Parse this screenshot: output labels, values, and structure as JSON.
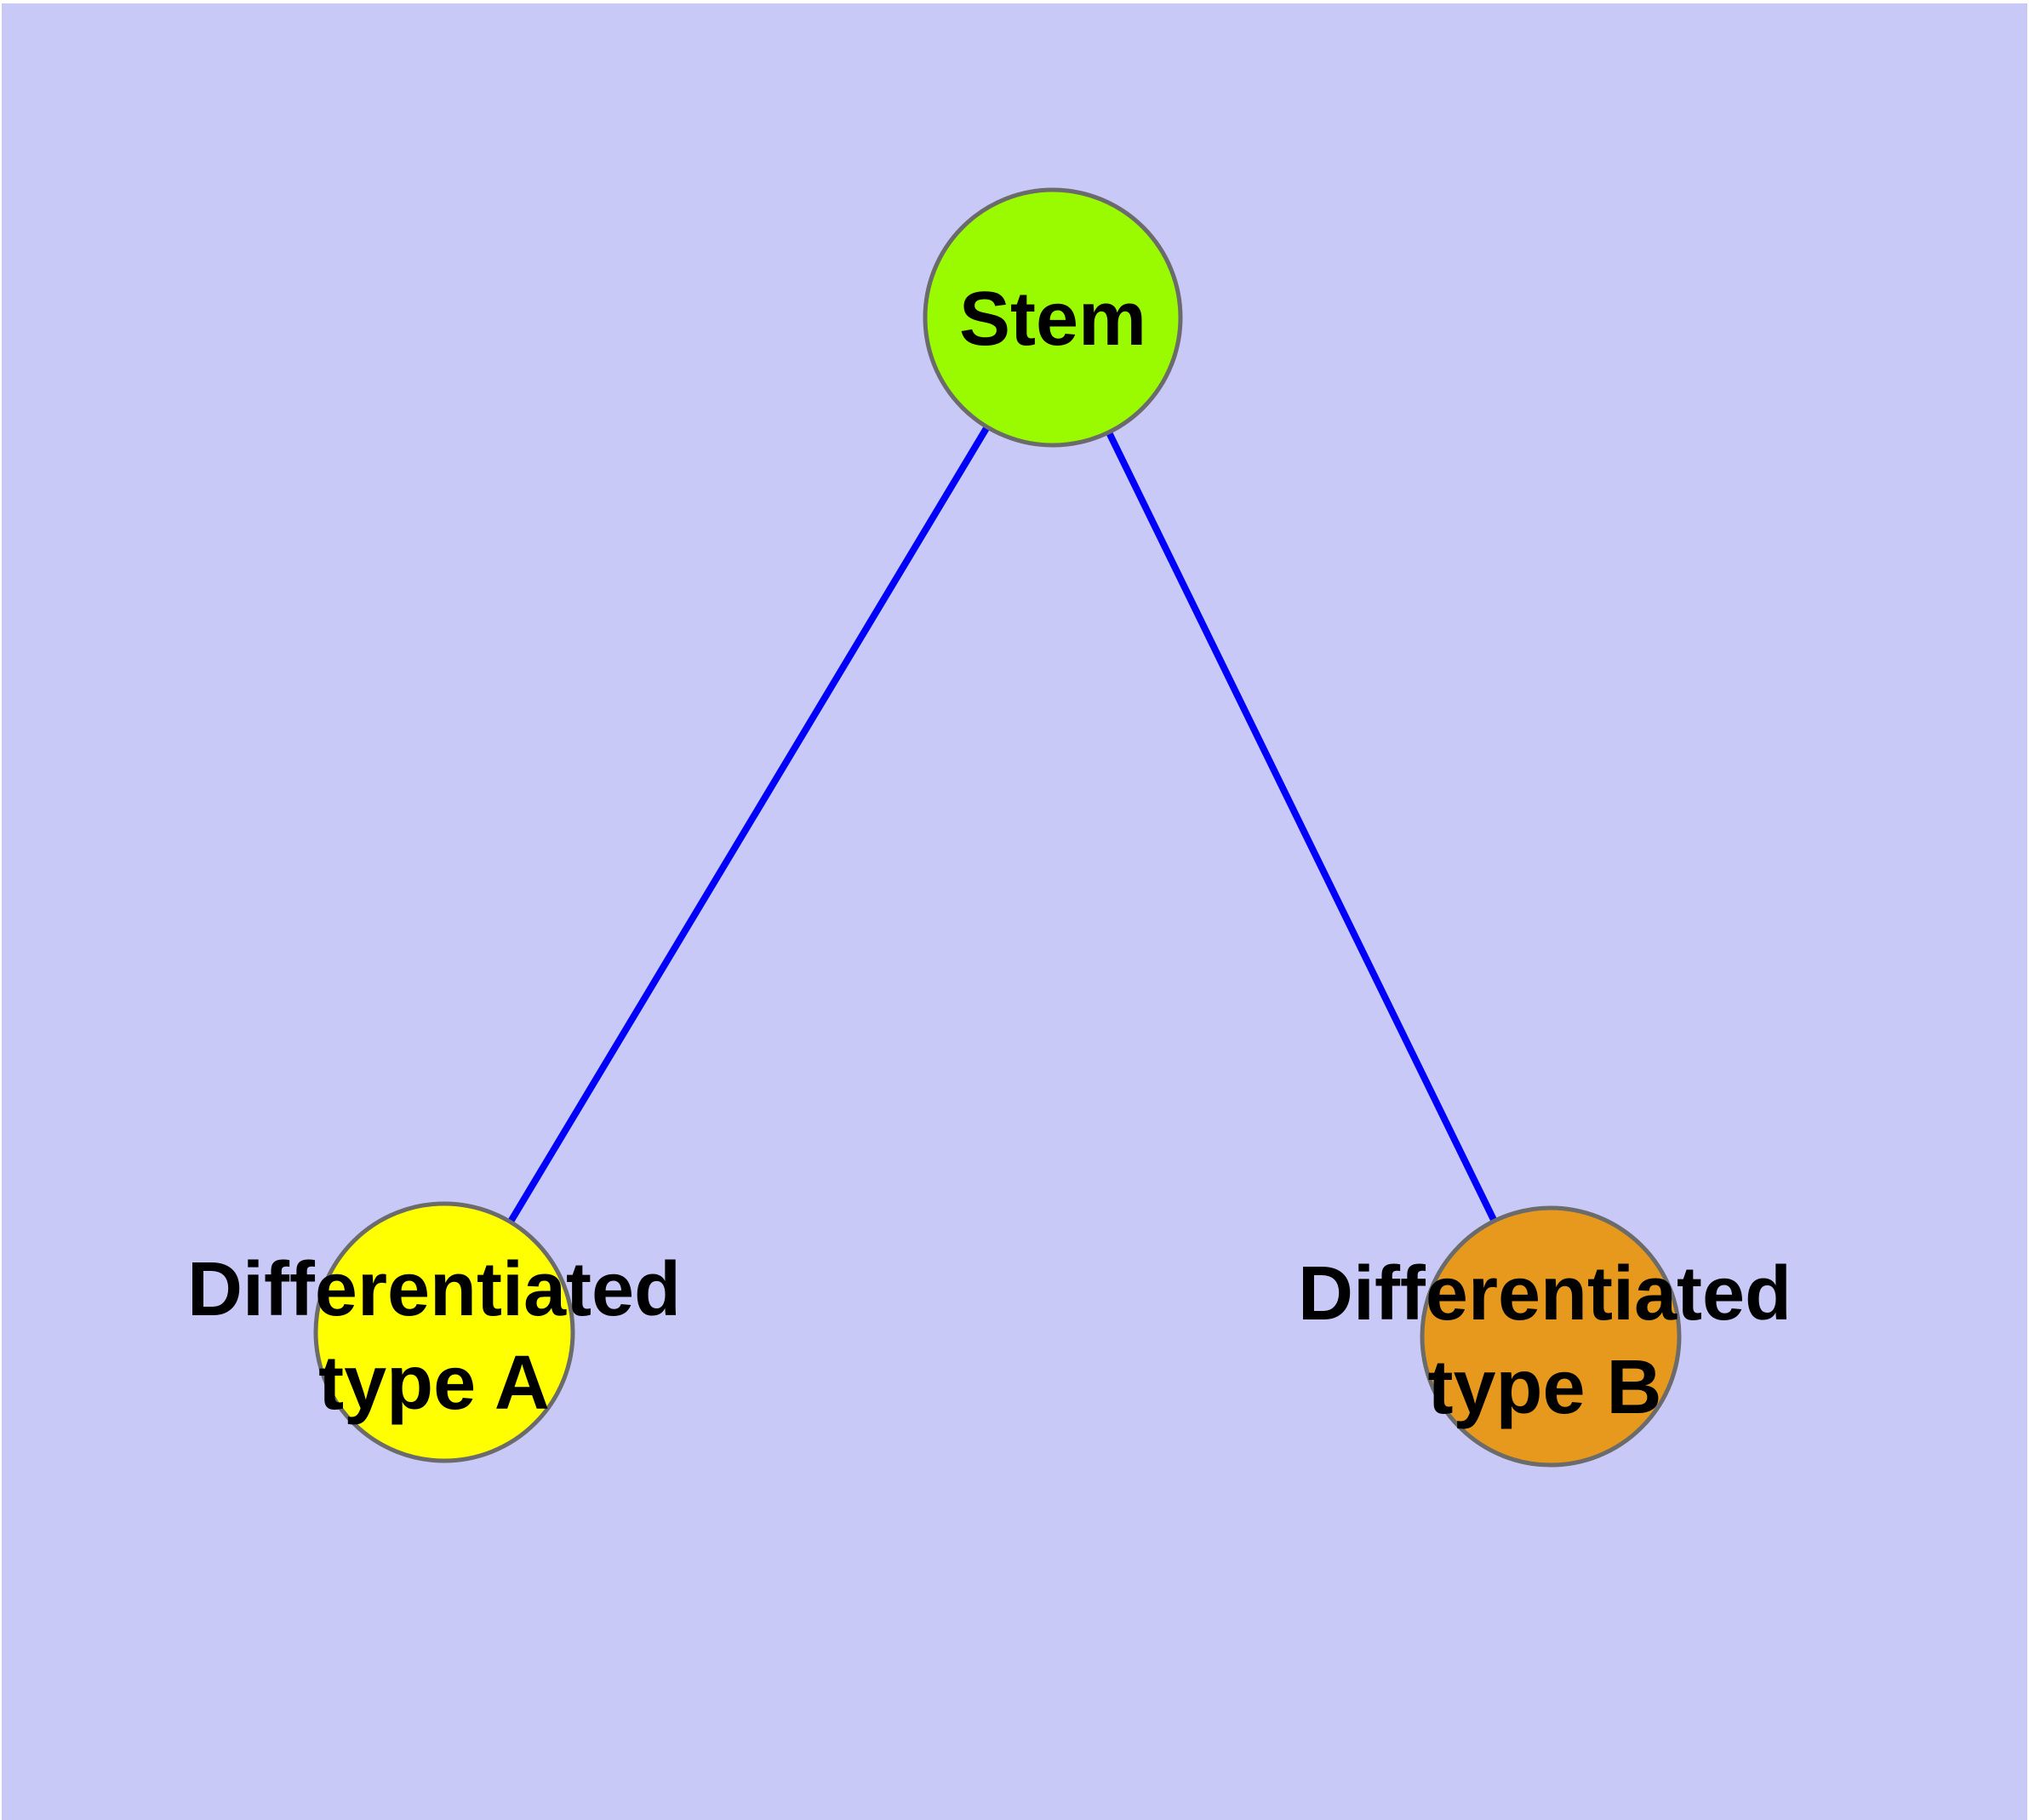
{
  "diagram": {
    "background_color": "#c9c9f7",
    "margin_color": "#ffffff",
    "edge_color": "#0000fa",
    "node_border_color": "#6b6b6b",
    "label_color": "#000000",
    "nodes": {
      "stem": {
        "label": "Stem",
        "fill": "#9afa00"
      },
      "type_a": {
        "label_line1": "Differentiated",
        "label_line2": "type A",
        "fill": "#ffff00"
      },
      "type_b": {
        "label_line1": "Differentiated",
        "label_line2": "type B",
        "fill": "#e6991d"
      }
    },
    "edges": [
      {
        "from": "Stem",
        "to": "Differentiated type A"
      },
      {
        "from": "Stem",
        "to": "Differentiated type B"
      }
    ]
  }
}
